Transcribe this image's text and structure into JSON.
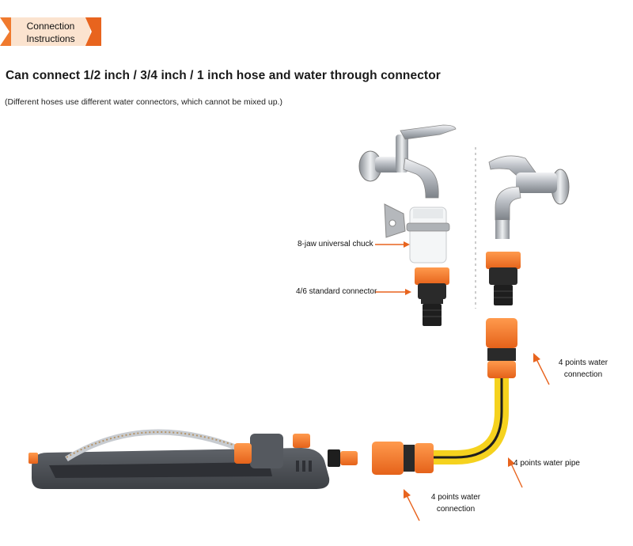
{
  "banner": {
    "line1": "Connection",
    "line2": "Instructions",
    "color": "#f07a2e"
  },
  "headline": "Can connect 1/2 inch / 3/4 inch / 1 inch hose and water through connector",
  "subnote": "(Different hoses use different water connectors, which cannot be mixed up.)",
  "labels": {
    "chuck": "8-jaw universal chuck",
    "standard_connector": "4/6 standard connector",
    "water_connection_upper": [
      "4 points water",
      "connection"
    ],
    "water_pipe": "4 points water pipe",
    "water_connection_lower": [
      "4 points water",
      "connection"
    ]
  },
  "colors": {
    "orange": "#f07a2e",
    "dark_gray": "#4a4d52",
    "black": "#1e1e1e",
    "yellow_hose": "#f5d21e",
    "chrome": "#c9ccd0",
    "arrow": "#e8641e"
  },
  "icons": [
    "faucet-icon",
    "chuck-icon",
    "tap-connector-icon",
    "quick-connector-icon",
    "hose-icon",
    "sprinkler-icon"
  ]
}
